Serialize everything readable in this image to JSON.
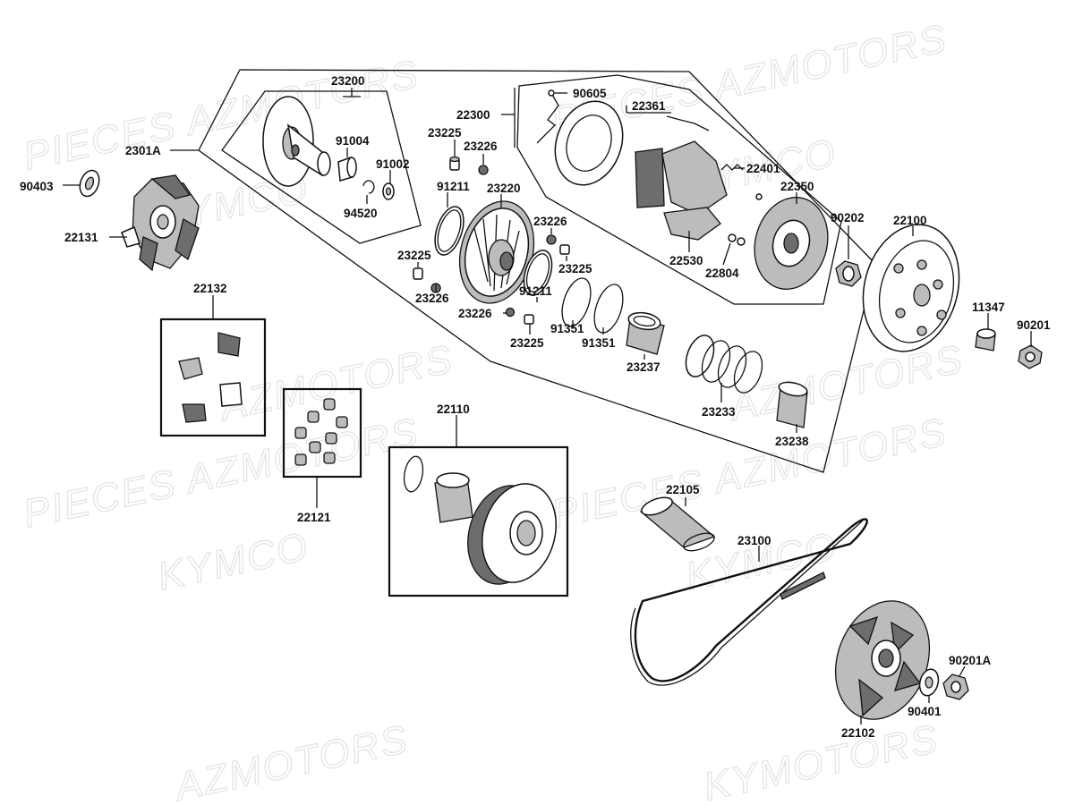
{
  "watermark": {
    "line1": "PIECES AZMOTORS",
    "line2": "KYMCO",
    "fragment": "AZMOTORS",
    "fragment2": "KYMOTORS"
  },
  "parts": [
    {
      "id": "p23200",
      "label": "23200"
    },
    {
      "id": "p2301A",
      "label": "2301A"
    },
    {
      "id": "p90403",
      "label": "90403"
    },
    {
      "id": "p22131",
      "label": "22131"
    },
    {
      "id": "p91004",
      "label": "91004"
    },
    {
      "id": "p91002",
      "label": "91002"
    },
    {
      "id": "p94520",
      "label": "94520"
    },
    {
      "id": "p23225a",
      "label": "23225"
    },
    {
      "id": "p23226a",
      "label": "23226"
    },
    {
      "id": "p91211a",
      "label": "91211"
    },
    {
      "id": "p23220",
      "label": "23220"
    },
    {
      "id": "p23226b",
      "label": "23226"
    },
    {
      "id": "p23225b",
      "label": "23225"
    },
    {
      "id": "p23225c",
      "label": "23225"
    },
    {
      "id": "p23226c",
      "label": "23226"
    },
    {
      "id": "p91211b",
      "label": "91211"
    },
    {
      "id": "p23226d",
      "label": "23226"
    },
    {
      "id": "p23225d",
      "label": "23225"
    },
    {
      "id": "p91351a",
      "label": "91351"
    },
    {
      "id": "p91351b",
      "label": "91351"
    },
    {
      "id": "p22300",
      "label": "22300"
    },
    {
      "id": "p90605",
      "label": "90605"
    },
    {
      "id": "p22361",
      "label": "22361"
    },
    {
      "id": "p22401",
      "label": "22401"
    },
    {
      "id": "p22350",
      "label": "22350"
    },
    {
      "id": "p22530",
      "label": "22530"
    },
    {
      "id": "p22804",
      "label": "22804"
    },
    {
      "id": "p90202",
      "label": "90202"
    },
    {
      "id": "p22100",
      "label": "22100"
    },
    {
      "id": "p11347",
      "label": "11347"
    },
    {
      "id": "p90201",
      "label": "90201"
    },
    {
      "id": "p23237",
      "label": "23237"
    },
    {
      "id": "p23233",
      "label": "23233"
    },
    {
      "id": "p23238",
      "label": "23238"
    },
    {
      "id": "p22132",
      "label": "22132"
    },
    {
      "id": "p22121",
      "label": "22121"
    },
    {
      "id": "p22110",
      "label": "22110"
    },
    {
      "id": "p22105",
      "label": "22105"
    },
    {
      "id": "p23100",
      "label": "23100"
    },
    {
      "id": "p90201A",
      "label": "90201A"
    },
    {
      "id": "p90401",
      "label": "90401"
    },
    {
      "id": "p22102",
      "label": "22102"
    }
  ]
}
